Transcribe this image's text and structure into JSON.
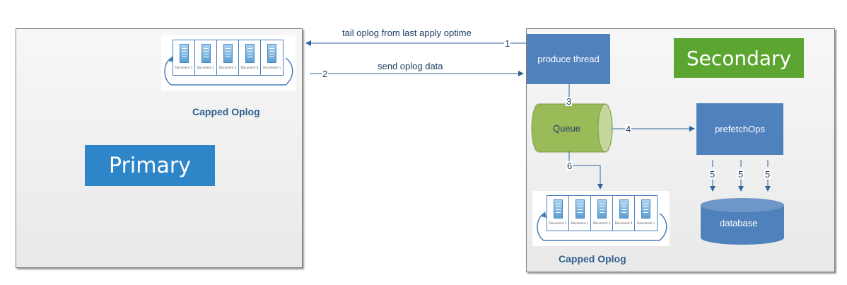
{
  "primary": {
    "title": "Primary",
    "oplog_label": "Capped Oplog"
  },
  "secondary": {
    "title": "Secondary",
    "oplog_label": "Capped Oplog"
  },
  "oplog_docs": [
    "Document 1",
    "Document 1",
    "Document 3",
    "Document 4",
    "Document n"
  ],
  "nodes": {
    "produce_thread": "produce thread",
    "queue": "Queue",
    "prefetch_ops": "prefetchOps",
    "database": "database"
  },
  "edges": {
    "tail_oplog": {
      "label": "tail oplog from last apply optime",
      "step": "1"
    },
    "send_oplog": {
      "label": "send oplog data",
      "step": "2"
    },
    "to_queue": {
      "step": "3"
    },
    "to_prefetch": {
      "step": "4"
    },
    "prefetch_db_a": {
      "step": "5"
    },
    "prefetch_db_b": {
      "step": "5"
    },
    "prefetch_db_c": {
      "step": "5"
    },
    "queue_to_oplog": {
      "step": "6"
    }
  },
  "colors": {
    "primary_badge": "#2e86c9",
    "secondary_badge": "#5ba530",
    "node_blue": "#4f81bd",
    "queue_green": "#9bbb59",
    "arrow": "#2f6496"
  }
}
